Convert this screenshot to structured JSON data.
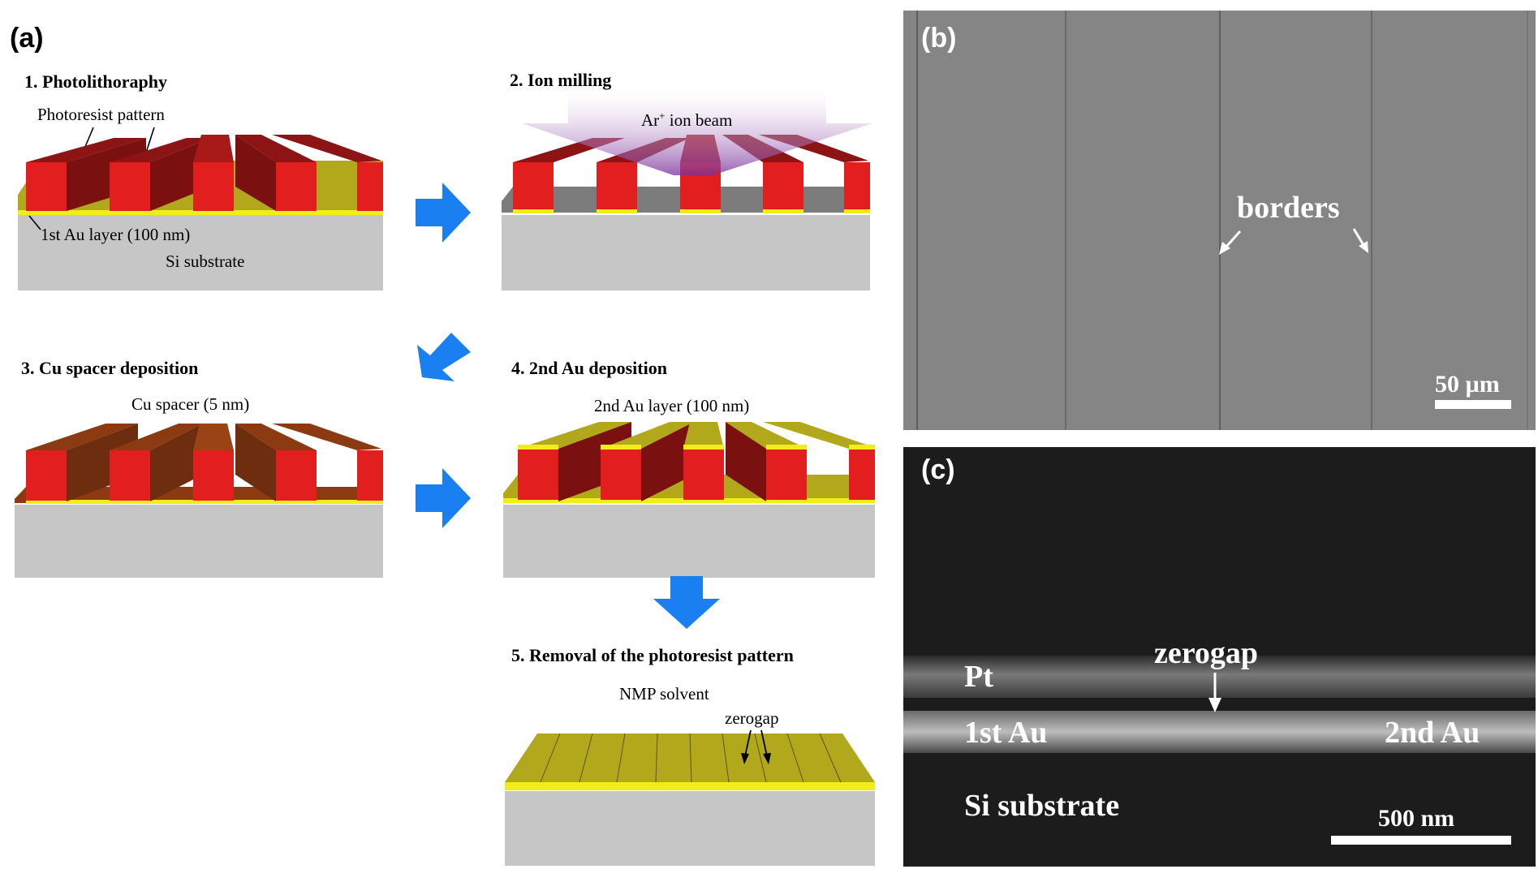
{
  "panel_a": {
    "label": "(a)",
    "step1": {
      "title": "1. Photolithoraphy",
      "photoresist_label": "Photoresist pattern",
      "au_layer_label": "1st Au layer (100 nm)",
      "substrate_label": "Si substrate"
    },
    "step2": {
      "title": "2. Ion milling",
      "beam_label_main": "Ar",
      "beam_label_sup": "+",
      "beam_label_rest": " ion beam"
    },
    "step3": {
      "title": "3. Cu spacer deposition",
      "spacer_label": "Cu spacer (5 nm)"
    },
    "step4": {
      "title": "4. 2nd Au deposition",
      "au2_label": "2nd Au layer (100 nm)"
    },
    "step5": {
      "title": "5. Removal of the photoresist pattern",
      "solvent_label": "NMP solvent",
      "zerogap_label": "zerogap"
    }
  },
  "panel_b": {
    "label": "(b)",
    "borders_label": "borders",
    "scalebar_label": "50 µm"
  },
  "panel_c": {
    "label": "(c)",
    "pt_label": "Pt",
    "zerogap_label": "zerogap",
    "au1_label": "1st Au",
    "au2_label": "2nd Au",
    "substrate_label": "Si substrate",
    "scalebar_label": "500 nm"
  },
  "colors": {
    "photoresist_front": "#e31e1e",
    "photoresist_side": "#8c1414",
    "photoresist_top": "#a81a1a",
    "gold": "#b2a81c",
    "gold_stripe": "#f2ec18",
    "substrate": "#c6c6c6",
    "copper": "#8b3a12",
    "arrow_blue": "#1a7ff0",
    "sem_b_bg": "#858585",
    "sem_c_bg": "#1c1c1c"
  }
}
